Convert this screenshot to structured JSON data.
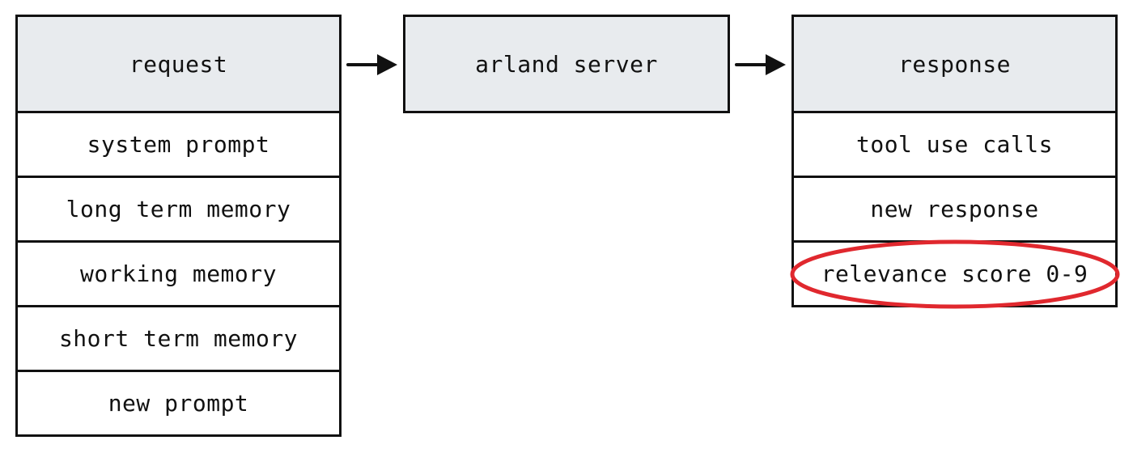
{
  "request": {
    "header": "request",
    "items": [
      "system prompt",
      "long term memory",
      "working memory",
      "short term memory",
      "new prompt"
    ]
  },
  "server": {
    "header": "arland server"
  },
  "response": {
    "header": "response",
    "items": [
      "tool use calls",
      "new response",
      "relevance score 0-9"
    ]
  },
  "colors": {
    "header_fill": "#e8ebee",
    "stroke": "#111111",
    "highlight": "#e0282e"
  }
}
